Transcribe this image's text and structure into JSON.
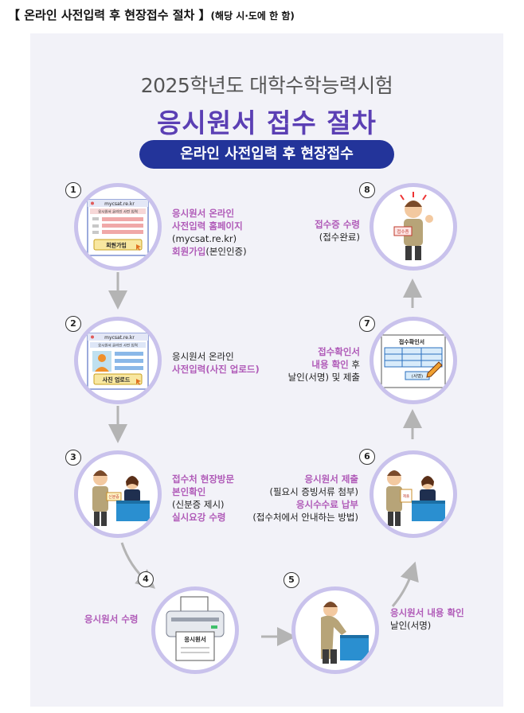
{
  "header": {
    "title": "【 온라인 사전입력 후 현장접수 절차 】",
    "note": "(해당 시·도에 한 함)"
  },
  "titles": {
    "year": "2025학년도 대학수학능력시험",
    "main": "응시원서 접수 절차",
    "pill": "온라인 사전입력 후 현장접수"
  },
  "colors": {
    "accent_purple": "#5b3fb4",
    "pill_blue": "#23349a",
    "step_text": "#b05bb8",
    "ring": "#c9c2ec"
  },
  "steps": [
    {
      "num": "1",
      "lines": [
        {
          "t": "응시원서 온라인",
          "hl": true
        },
        {
          "t": "사전입력 홈페이지",
          "hl": true
        },
        {
          "t": "(mycsat.re.kr)",
          "hl": false
        },
        {
          "t": "회원가입",
          "hl": true,
          "suffix": "(본인인증)"
        }
      ],
      "ill": {
        "url": "mycsat.re.kr",
        "sub": "응시원서 온라인 사전 입력",
        "button": "회원가입"
      }
    },
    {
      "num": "2",
      "lines": [
        {
          "t": "응시원서 온라인",
          "hl": false
        },
        {
          "t": "사전입력(사진 업로드)",
          "hl": true
        }
      ],
      "ill": {
        "url": "mycsat.re.kr",
        "sub": "응시원서 온라인 사전 입력",
        "button": "사진 업로드"
      }
    },
    {
      "num": "3",
      "lines": [
        {
          "t": "접수처 현장방문",
          "hl": true
        },
        {
          "t": "본인확인",
          "hl": true
        },
        {
          "t": "(신분증 제시)",
          "hl": false
        },
        {
          "t": "실시요강 수령",
          "hl": true
        }
      ],
      "ill": {
        "card": "신분증"
      }
    },
    {
      "num": "4",
      "lines": [
        {
          "t": "응시원서 수령",
          "hl": true
        }
      ],
      "ill": {
        "paper": "응시원서"
      }
    },
    {
      "num": "5",
      "lines": [
        {
          "t": "응시원서 내용 확인",
          "hl": true
        },
        {
          "t": "날인(서명)",
          "hl": false
        }
      ]
    },
    {
      "num": "6",
      "lines": [
        {
          "t": "응시원서 제출",
          "hl": true
        },
        {
          "t": "(필요시 증빙서류 첨부)",
          "hl": false
        },
        {
          "t": "응시수수료 납부",
          "hl": true
        },
        {
          "t": "(접수처에서 안내하는 방법)",
          "hl": false
        }
      ],
      "ill": {
        "card": "제출"
      }
    },
    {
      "num": "7",
      "lines": [
        {
          "t": "접수확인서",
          "hl": true
        },
        {
          "t": "내용 확인",
          "hl": true,
          "suffix": " 후"
        },
        {
          "t": "날인(서명) 및 제출",
          "hl": false
        }
      ],
      "ill": {
        "doc_title": "접수확인서",
        "sign": "(서명)"
      }
    },
    {
      "num": "8",
      "lines": [
        {
          "t": "접수증 수령",
          "hl": true
        },
        {
          "t": "(접수완료)",
          "hl": false
        }
      ],
      "ill": {
        "badge": "접수증"
      }
    }
  ]
}
